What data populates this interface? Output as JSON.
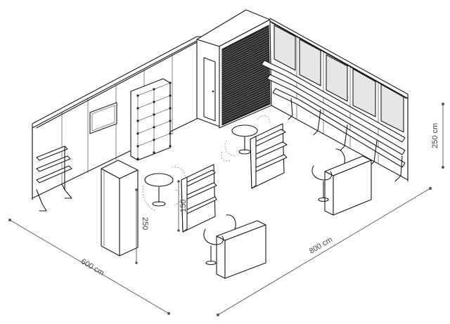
{
  "dimensions": {
    "width_label": "600 cm",
    "length_label": "800 cm",
    "height_label": "250 cm",
    "cabinet_height_label": "250",
    "shelf_height_label": "150"
  },
  "colors": {
    "line": "#1a1a1a",
    "dimension": "#555555",
    "background": "#ffffff"
  }
}
